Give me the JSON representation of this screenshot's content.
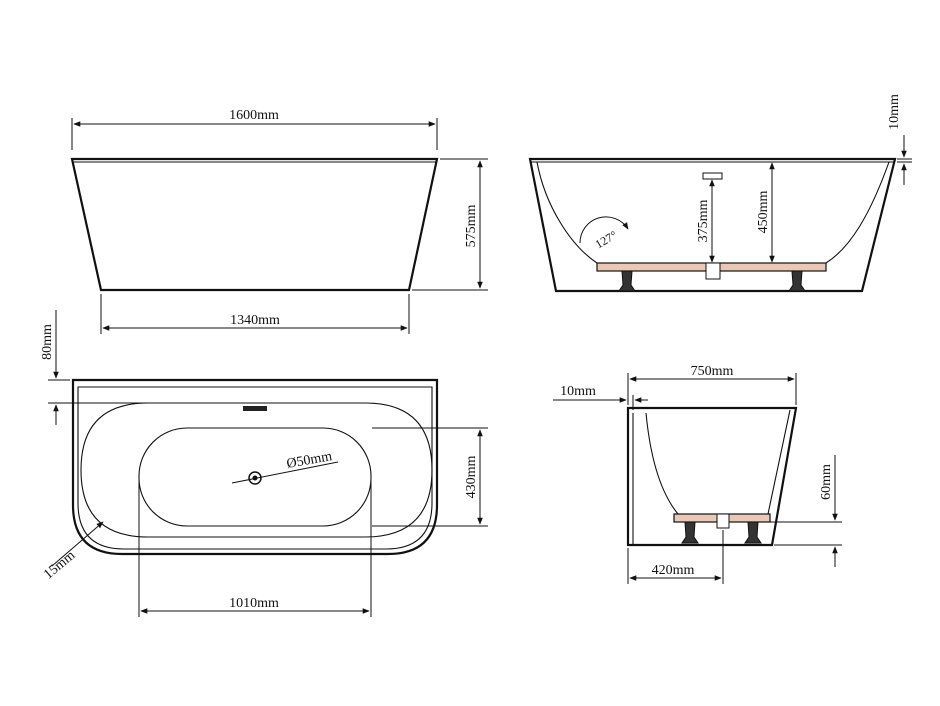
{
  "front_view": {
    "top_width": "1600mm",
    "height": "575mm",
    "bottom_width": "1340mm"
  },
  "side_section": {
    "rim_thickness": "10mm",
    "inner_depth": "375mm",
    "total_depth": "450mm",
    "angle": "127°"
  },
  "top_view": {
    "back_panel": "80mm",
    "corner_rim": "15mm",
    "drain": "Ø50mm",
    "basin_width": "430mm",
    "basin_length": "1010mm"
  },
  "end_section": {
    "rim_thickness": "10mm",
    "top_width": "750mm",
    "foot_height": "60mm",
    "base_width": "420mm"
  },
  "colors": {
    "line": "#111111",
    "base_fill": "#e9c8b8",
    "feet": "#333333"
  }
}
